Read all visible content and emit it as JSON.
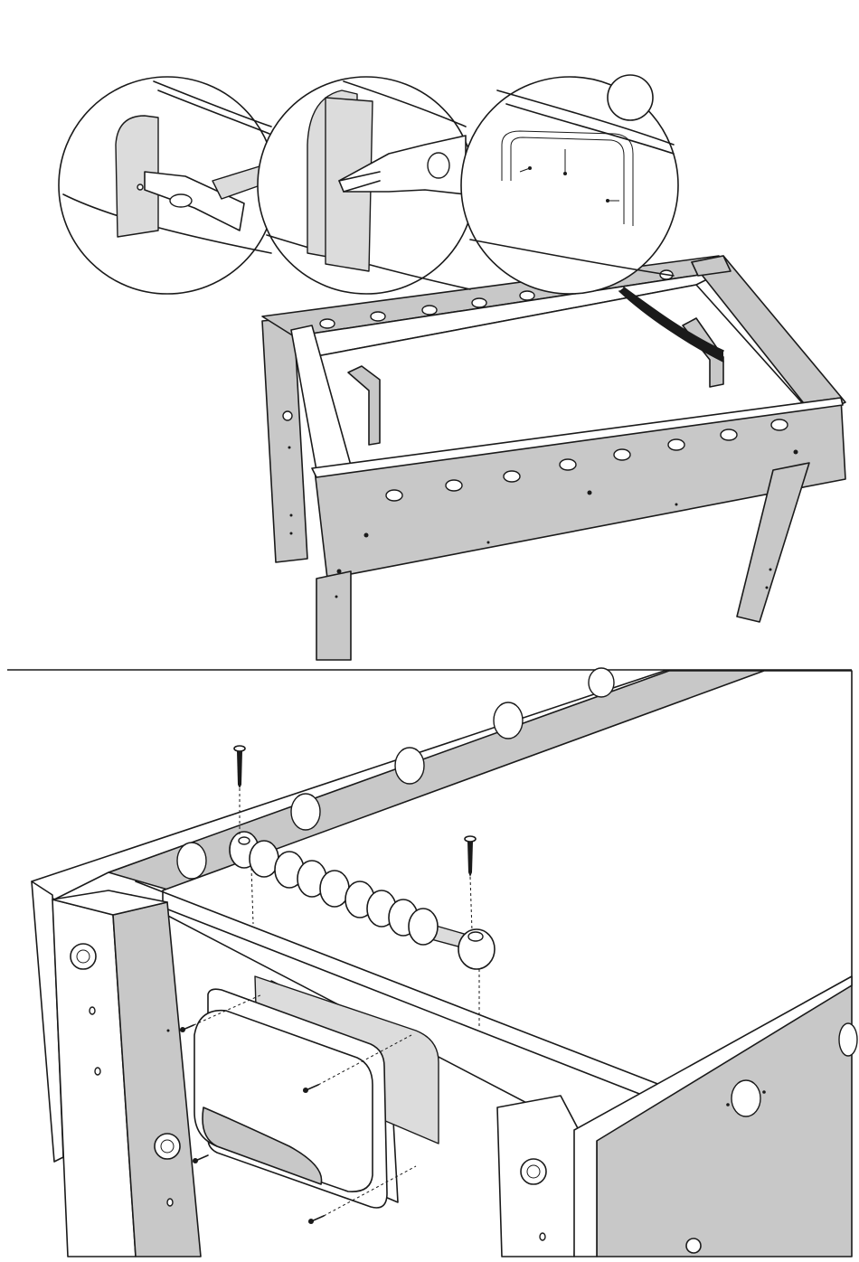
{
  "diagram": {
    "steps": [
      {
        "id": "step-top",
        "detail_callouts": [
          "hammer-detail",
          "pliers-detail",
          "holes-detail"
        ],
        "numbered_marker": ""
      },
      {
        "id": "step-bottom",
        "parts": [
          "handle-bracket",
          "rod-with-players",
          "screws"
        ]
      }
    ],
    "colors": {
      "line": "#1a1a1a",
      "panel": "#c8c8c8",
      "light_panel": "#dcdcdc",
      "background": "#ffffff"
    }
  }
}
